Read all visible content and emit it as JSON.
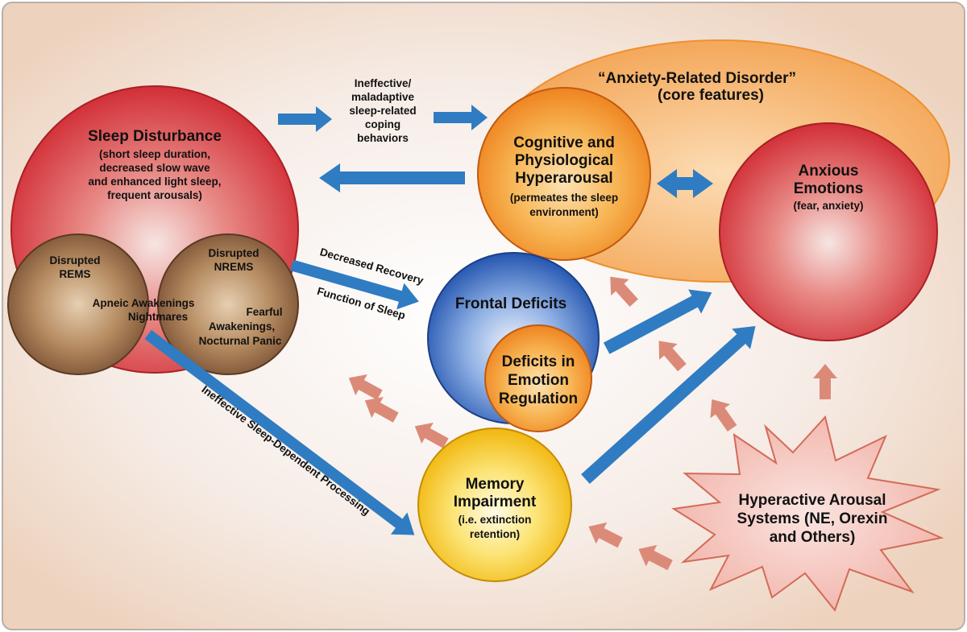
{
  "nodes": {
    "sleep_disturbance": {
      "title": "Sleep Disturbance",
      "details": [
        "(short sleep duration,",
        "decreased slow wave",
        "and enhanced light sleep,",
        "frequent arousals)"
      ]
    },
    "disrupted_rems": {
      "title": [
        "Disrupted",
        "REMS"
      ]
    },
    "disrupted_nrems": {
      "title": [
        "Disrupted",
        "NREMS"
      ]
    },
    "apneic_awakenings": [
      "Apneic Awakenings",
      "Nightmares"
    ],
    "fearful_awakenings": [
      "Fearful",
      "Awakenings,",
      "Nocturnal Panic"
    ],
    "anxiety_disorder": {
      "title": "“Anxiety-Related Disorder”",
      "subtitle": "(core features)"
    },
    "hyperarousal": {
      "title": [
        "Cognitive and",
        "Physiological",
        "Hyperarousal"
      ],
      "details": [
        "(permeates the sleep",
        "environment)"
      ]
    },
    "anxious_emotions": {
      "title": [
        "Anxious",
        "Emotions"
      ],
      "details": "(fear, anxiety)"
    },
    "frontal_deficits": {
      "title": "Frontal Deficits"
    },
    "emotion_regulation": {
      "title": [
        "Deficits in",
        "Emotion",
        "Regulation"
      ]
    },
    "memory_impairment": {
      "title": [
        "Memory",
        "Impairment"
      ],
      "details": [
        "(i.e. extinction",
        "retention)"
      ]
    },
    "hyperactive_arousal": {
      "title": [
        "Hyperactive Arousal",
        "Systems (NE, Orexin",
        "and Others)"
      ]
    }
  },
  "edge_labels": {
    "coping": [
      "Ineffective/",
      "maladaptive",
      "sleep-related",
      "coping",
      "behaviors"
    ],
    "recovery_1": "Decreased Recovery",
    "recovery_2": "Function of Sleep",
    "processing": "Ineffective Sleep-Dependent Processing"
  },
  "colors": {
    "background": "#f3e3d6",
    "blue_arrow": "#2f7cc2",
    "salmon_arrow": "#dc8a78",
    "red_node": "#d6343c",
    "brown_node": "#8a6344",
    "orange_node": "#f0902a",
    "blue_node": "#2a62b6",
    "yellow_node": "#f2c21a",
    "ellipse": "#f5b060",
    "star": "#f6c8c0"
  }
}
